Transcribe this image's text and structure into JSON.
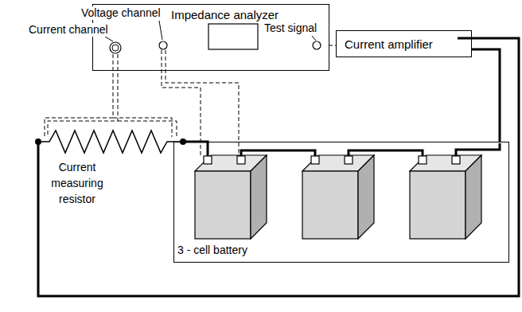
{
  "diagram": {
    "nodes": [
      {
        "text": [
          "Impedance analyzer"
        ]
      },
      {
        "text": [
          "Current amplifier"
        ]
      },
      {
        "text": [
          "3 - cell battery"
        ]
      }
    ],
    "edges": [
      {
        "from": 0,
        "to": 1,
        "arrow": "none"
      },
      {
        "from": 1,
        "to": 2,
        "arrow": "none"
      }
    ],
    "labels": [
      "Voltage channel",
      "Current channel",
      "Test signal",
      "Current measuring resistor"
    ]
  }
}
